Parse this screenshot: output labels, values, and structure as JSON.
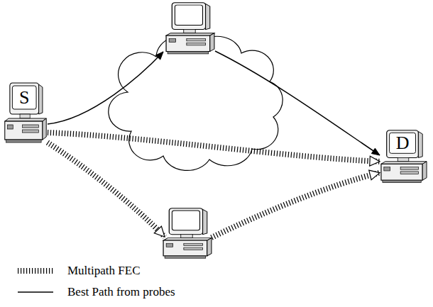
{
  "diagram": {
    "nodes": [
      {
        "text": [
          "S"
        ]
      },
      {
        "text": [
          "D"
        ]
      }
    ],
    "edges": [
      {
        "from": 0,
        "to": 1,
        "arrow": "to"
      },
      {
        "from": 0,
        "to": 1,
        "arrow": "to"
      },
      {
        "from": 0,
        "to": 1,
        "arrow": "to"
      }
    ],
    "legend": [
      {
        "text": "Multipath FEC"
      },
      {
        "text": "Best Path from probes"
      }
    ]
  }
}
